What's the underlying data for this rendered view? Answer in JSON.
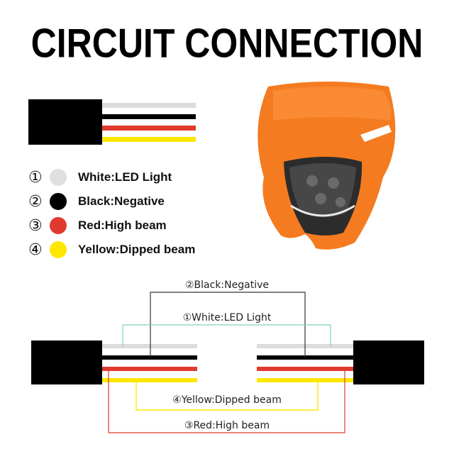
{
  "title": "CIRCUIT CONNECTION",
  "legend": [
    {
      "num": "①",
      "color": "#e0e0e0",
      "label": "White:LED Light"
    },
    {
      "num": "②",
      "color": "#000000",
      "label": "Black:Negative"
    },
    {
      "num": "③",
      "color": "#e03a2f",
      "label": "Red:High beam"
    },
    {
      "num": "④",
      "color": "#ffe600",
      "label": "Yellow:Dipped beam"
    }
  ],
  "wire_labels": {
    "black": "②Black:Negative",
    "white": "①White:LED Light",
    "yellow": "④Yellow:Dipped beam",
    "red": "③Red:High beam"
  },
  "colors": {
    "white_wire": "#dcdcdc",
    "black_wire": "#000000",
    "red_wire": "#e03a2f",
    "yellow_wire": "#ffe600",
    "teal_line": "#7fd1c3",
    "headlight_orange": "#f47b20"
  }
}
